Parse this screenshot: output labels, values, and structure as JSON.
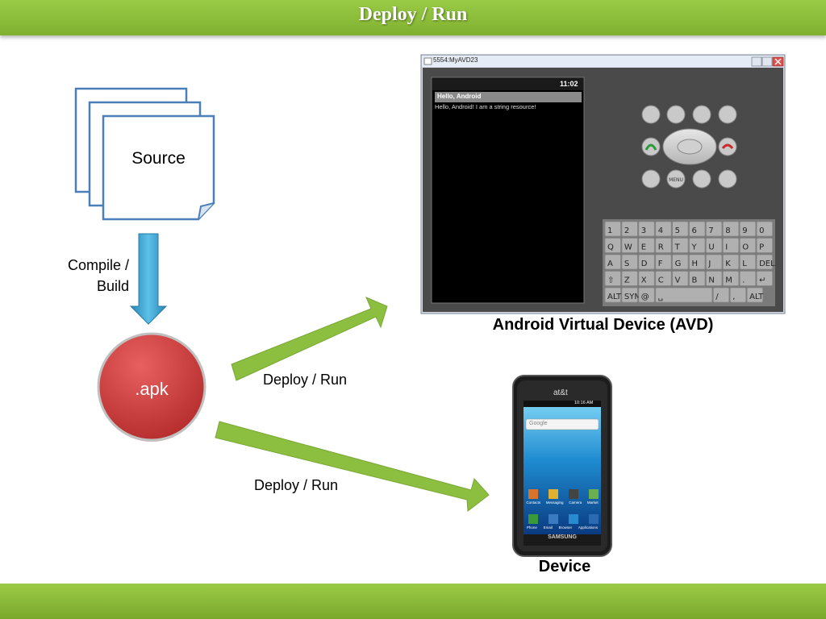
{
  "header": {
    "title": "Deploy / Run"
  },
  "nodes": {
    "source": "Source",
    "compile": [
      "Compile /",
      "Build"
    ],
    "apk": ".apk"
  },
  "edges": {
    "to_avd": "Deploy / Run",
    "to_device": "Deploy / Run"
  },
  "avd": {
    "window_title": "5554:MyAVD23",
    "status_time": "11:02",
    "app_title": "Hello, Android",
    "app_text": "Hello, Android! I am a string resource!",
    "caption": "Android Virtual Device (AVD)",
    "keyboard_rows": [
      [
        "1",
        "2",
        "3",
        "4",
        "5",
        "6",
        "7",
        "8",
        "9",
        "0"
      ],
      [
        "Q",
        "W",
        "E",
        "R",
        "T",
        "Y",
        "U",
        "I",
        "O",
        "P"
      ],
      [
        "A",
        "S",
        "D",
        "F",
        "G",
        "H",
        "J",
        "K",
        "L",
        "DEL"
      ],
      [
        "⇧",
        "Z",
        "X",
        "C",
        "V",
        "B",
        "N",
        "M",
        ".",
        "↵"
      ],
      [
        "ALT",
        "SYM",
        "@",
        " ",
        "/",
        ",",
        "ALT"
      ]
    ]
  },
  "device": {
    "carrier": "at&t",
    "time": "10:16 AM",
    "search_placeholder": "Google",
    "apps": [
      "Contacts",
      "Messaging",
      "Camera",
      "Market"
    ],
    "dock": [
      "Phone",
      "Email",
      "Browser",
      "Applications"
    ],
    "brand": "SAMSUNG",
    "caption": "Device"
  },
  "colors": {
    "header": "#8bc03c",
    "arrow_green": "#8cbf3f",
    "arrow_blue": "#3aa0cc",
    "apk": "#d04040",
    "doc_border": "#4a7fb8"
  }
}
